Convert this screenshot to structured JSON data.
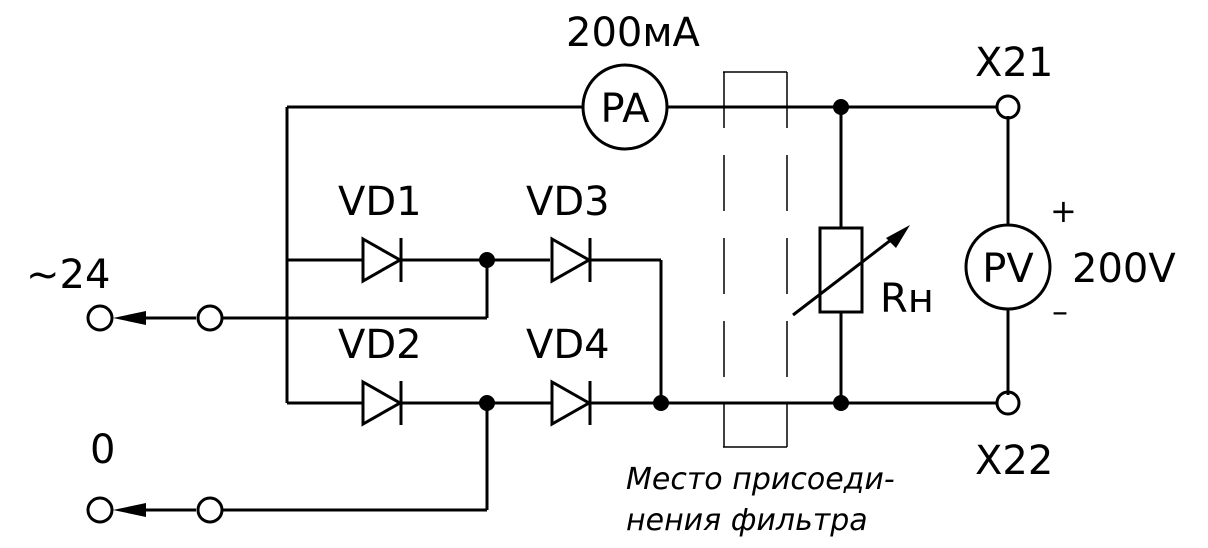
{
  "diagram": {
    "type": "electrical schematic - bridge rectifier test circuit",
    "labels": {
      "input_ac": "~24",
      "input_zero": "0",
      "ammeter_rating": "200мА",
      "ammeter": "PA",
      "voltmeter": "PV",
      "voltmeter_rating": "200V",
      "plus": "+",
      "minus": "–",
      "load_resistor": "Rн",
      "terminal_top": "X21",
      "terminal_bottom": "X22",
      "diodes": [
        "VD1",
        "VD2",
        "VD3",
        "VD4"
      ],
      "filter_note_line1": "Место присоеди-",
      "filter_note_line2": "нения фильтра"
    },
    "colors": {
      "ink": "#000000",
      "background": "#ffffff"
    }
  }
}
